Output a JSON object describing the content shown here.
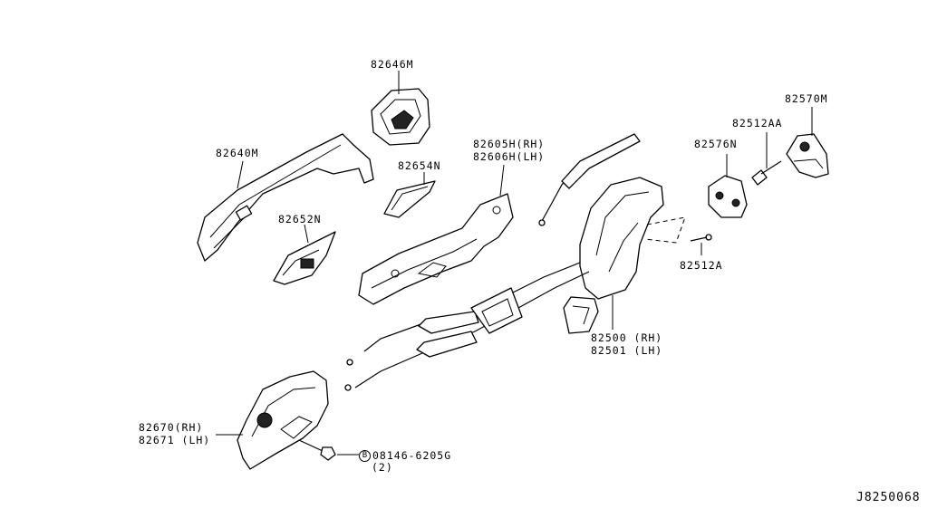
{
  "diagram_id": "J8250068",
  "parts": {
    "p82646M": "82646M",
    "p82640M": "82640M",
    "p82654N": "82654N",
    "p82652N": "82652N",
    "p82605H": "82605H(RH)",
    "p82606H": "82606H(LH)",
    "p82576N": "82576N",
    "p82512AA": "82512AA",
    "p82570M": "82570M",
    "p82512A": "82512A",
    "p82500": "82500 (RH)",
    "p82501": "82501 (LH)",
    "p82670": "82670(RH)",
    "p82671": "82671 (LH)",
    "bolt_symbol": "B",
    "bolt": "08146-6205G",
    "bolt_qty": "(2)"
  }
}
